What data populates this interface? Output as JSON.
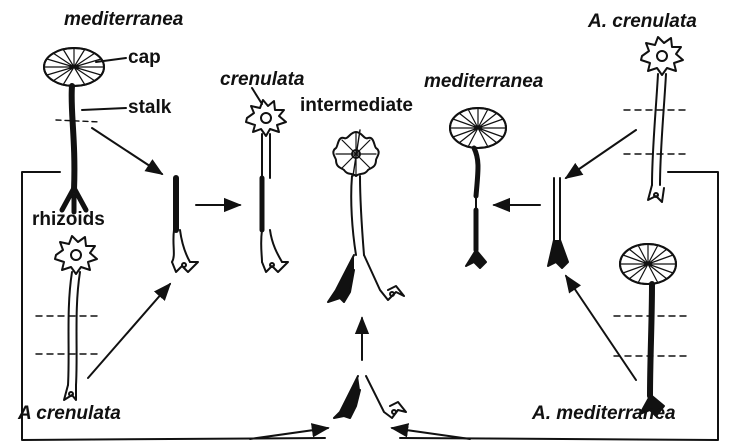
{
  "labels": {
    "mediterranea_left": "mediterranea",
    "cap": "cap",
    "stalk": "stalk",
    "rhizoids": "rhizoids",
    "crenulata_mid": "crenulata",
    "intermediate": "intermediate",
    "mediterranea_mid": "mediterranea",
    "a_crenulata_top": "A. crenulata",
    "a_crenulata_bottom": "A  crenulata",
    "a_mediterranea_bottom": "A. mediterranea"
  },
  "colors": {
    "ink": "#111111",
    "paper": "#ffffff"
  }
}
